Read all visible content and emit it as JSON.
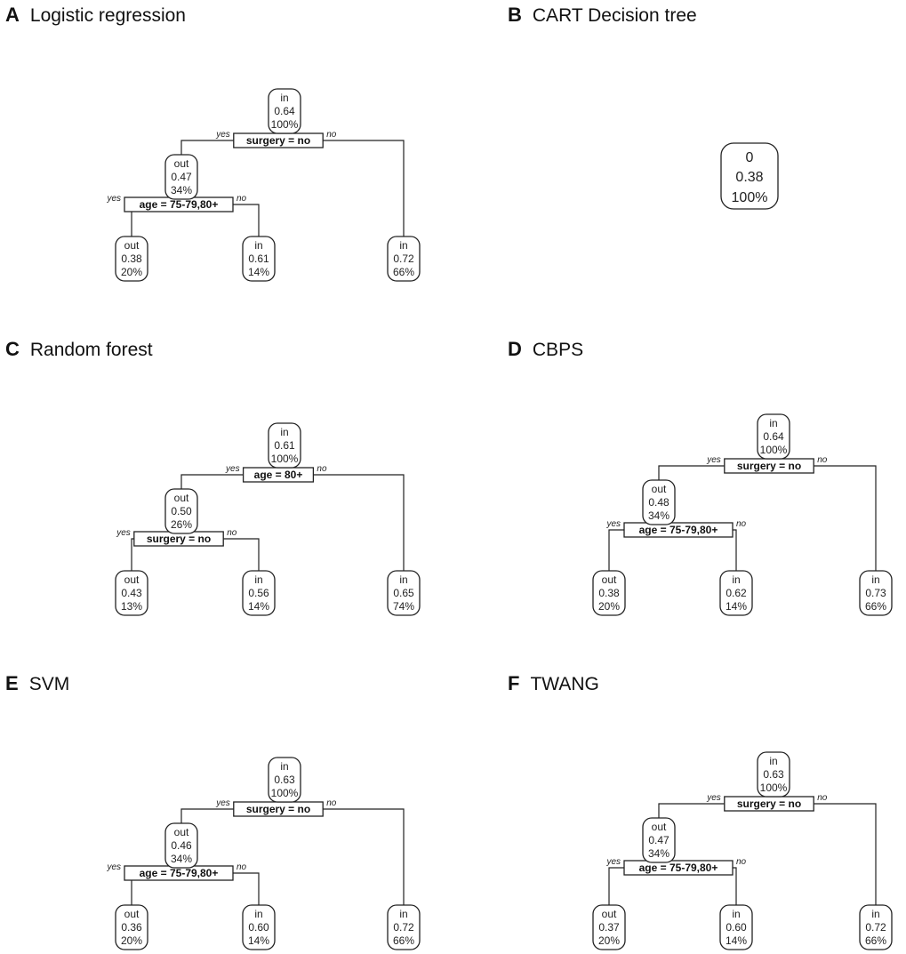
{
  "panels": [
    {
      "letter": "A",
      "title": "Logistic regression",
      "tree": {
        "root": {
          "class": "in",
          "prob": "0.64",
          "pct": "100%"
        },
        "split1": {
          "label": "surgery = no",
          "yes": "yes",
          "no": "no"
        },
        "left": {
          "class": "out",
          "prob": "0.47",
          "pct": "34%"
        },
        "split2": {
          "label": "age = 75-79,80+",
          "yes": "yes",
          "no": "no"
        },
        "ll": {
          "class": "out",
          "prob": "0.38",
          "pct": "20%"
        },
        "lr": {
          "class": "in",
          "prob": "0.61",
          "pct": "14%"
        },
        "right": {
          "class": "in",
          "prob": "0.72",
          "pct": "66%"
        }
      }
    },
    {
      "letter": "B",
      "title": "CART Decision tree",
      "single": {
        "class": "0",
        "prob": "0.38",
        "pct": "100%"
      }
    },
    {
      "letter": "C",
      "title": "Random forest",
      "tree": {
        "root": {
          "class": "in",
          "prob": "0.61",
          "pct": "100%"
        },
        "split1": {
          "label": "age = 80+",
          "yes": "yes",
          "no": "no"
        },
        "left": {
          "class": "out",
          "prob": "0.50",
          "pct": "26%"
        },
        "split2": {
          "label": "surgery = no",
          "yes": "yes",
          "no": "no"
        },
        "ll": {
          "class": "out",
          "prob": "0.43",
          "pct": "13%"
        },
        "lr": {
          "class": "in",
          "prob": "0.56",
          "pct": "14%"
        },
        "right": {
          "class": "in",
          "prob": "0.65",
          "pct": "74%"
        }
      }
    },
    {
      "letter": "D",
      "title": "CBPS",
      "tree": {
        "root": {
          "class": "in",
          "prob": "0.64",
          "pct": "100%"
        },
        "split1": {
          "label": "surgery = no",
          "yes": "yes",
          "no": "no"
        },
        "left": {
          "class": "out",
          "prob": "0.48",
          "pct": "34%"
        },
        "split2": {
          "label": "age = 75-79,80+",
          "yes": "yes",
          "no": "no"
        },
        "ll": {
          "class": "out",
          "prob": "0.38",
          "pct": "20%"
        },
        "lr": {
          "class": "in",
          "prob": "0.62",
          "pct": "14%"
        },
        "right": {
          "class": "in",
          "prob": "0.73",
          "pct": "66%"
        }
      }
    },
    {
      "letter": "E",
      "title": "SVM",
      "tree": {
        "root": {
          "class": "in",
          "prob": "0.63",
          "pct": "100%"
        },
        "split1": {
          "label": "surgery = no",
          "yes": "yes",
          "no": "no"
        },
        "left": {
          "class": "out",
          "prob": "0.46",
          "pct": "34%"
        },
        "split2": {
          "label": "age = 75-79,80+",
          "yes": "yes",
          "no": "no"
        },
        "ll": {
          "class": "out",
          "prob": "0.36",
          "pct": "20%"
        },
        "lr": {
          "class": "in",
          "prob": "0.60",
          "pct": "14%"
        },
        "right": {
          "class": "in",
          "prob": "0.72",
          "pct": "66%"
        }
      }
    },
    {
      "letter": "F",
      "title": "TWANG",
      "tree": {
        "root": {
          "class": "in",
          "prob": "0.63",
          "pct": "100%"
        },
        "split1": {
          "label": "surgery = no",
          "yes": "yes",
          "no": "no"
        },
        "left": {
          "class": "out",
          "prob": "0.47",
          "pct": "34%"
        },
        "split2": {
          "label": "age = 75-79,80+",
          "yes": "yes",
          "no": "no"
        },
        "ll": {
          "class": "out",
          "prob": "0.37",
          "pct": "20%"
        },
        "lr": {
          "class": "in",
          "prob": "0.60",
          "pct": "14%"
        },
        "right": {
          "class": "in",
          "prob": "0.72",
          "pct": "66%"
        }
      }
    }
  ]
}
